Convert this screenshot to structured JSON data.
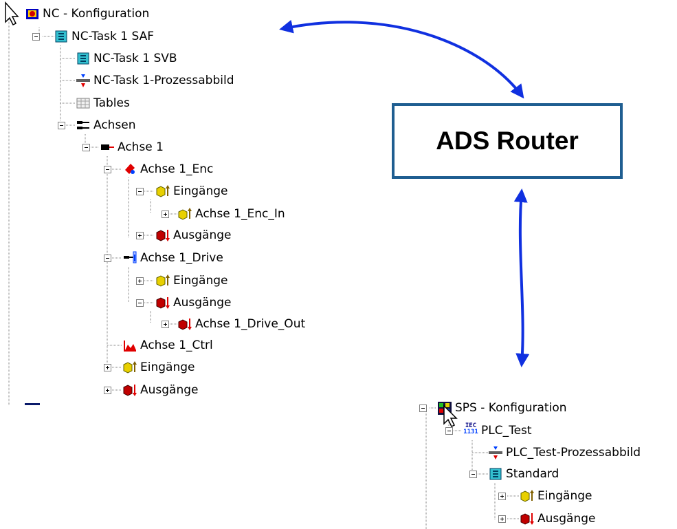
{
  "nc_tree": {
    "root": "NC - Konfiguration",
    "items": [
      "NC-Task 1 SAF",
      "NC-Task 1 SVB",
      "NC-Task 1-Prozessabbild",
      "Tables",
      "Achsen",
      "Achse 1",
      "Achse 1_Enc",
      "Eingänge",
      "Achse 1_Enc_In",
      "Ausgänge",
      "Achse 1_Drive",
      "Eingänge",
      "Ausgänge",
      "Achse 1_Drive_Out",
      "Achse 1_Ctrl",
      "Eingänge",
      "Ausgänge"
    ]
  },
  "router": {
    "label": "ADS Router",
    "border_color": "#1f5e91",
    "arrow_color": "#1030e0"
  },
  "plc_tree": {
    "root": "SPS - Konfiguration",
    "iec_line1": "IEC",
    "iec_line2": "1131",
    "items": [
      "PLC_Test",
      "PLC_Test-Prozessabbild",
      "Standard",
      "Eingänge",
      "Ausgänge"
    ]
  }
}
